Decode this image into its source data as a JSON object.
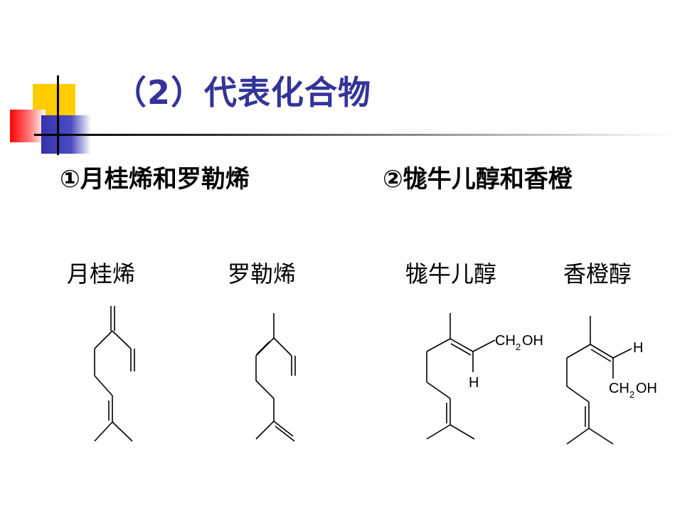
{
  "slide": {
    "title": "（2）代表化合物",
    "subheadings": [
      "①月桂烯和罗勒烯",
      "②牻牛儿醇和香橙"
    ],
    "compound_names": [
      "月桂烯",
      "罗勒烯",
      "牻牛儿醇",
      "香橙醇"
    ],
    "structure_labels": {
      "geraniol_ch": "CH",
      "geraniol_sub": "2",
      "geraniol_oh": "OH",
      "geraniol_h": "H",
      "nerol_ch": "CH",
      "nerol_sub": "2",
      "nerol_oh": "OH",
      "nerol_h": "H"
    }
  },
  "colors": {
    "title": "#333399",
    "deco_yellow": "#ffcc00",
    "deco_red": "#ff0000",
    "deco_blue": "#3333aa"
  }
}
